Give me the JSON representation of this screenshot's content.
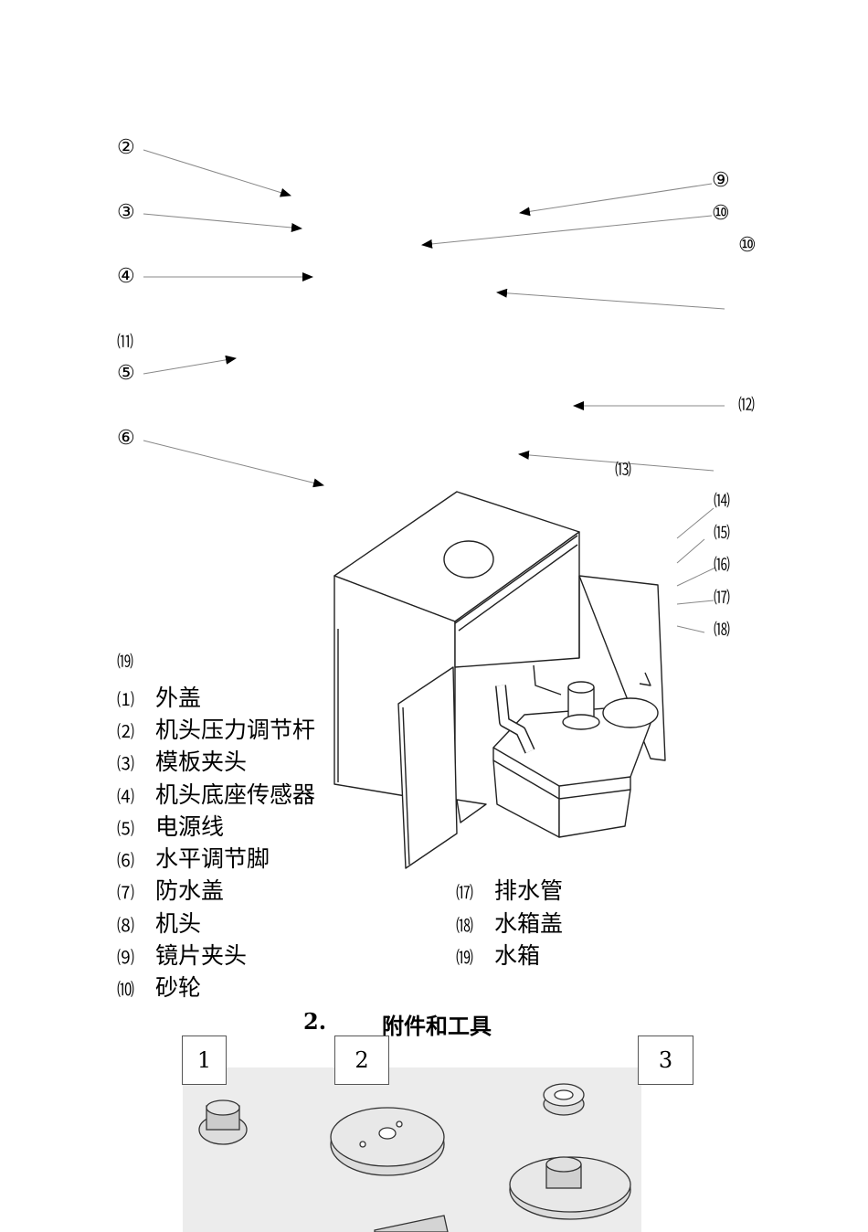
{
  "callouts": {
    "c2": "②",
    "c3": "③",
    "c4": "④",
    "c5": "⑤",
    "c6": "⑥",
    "c9": "⑨",
    "c10a": "⑩",
    "c10b": "⑩",
    "c11": "⑾",
    "c12": "⑿",
    "c13": "⒀",
    "c14": "⒁",
    "c15": "⒂",
    "c16": "⒃",
    "c17": "⒄",
    "c18": "⒅",
    "c19": "⒆"
  },
  "legend_left": [
    {
      "num": "⑴",
      "label": "外盖"
    },
    {
      "num": "⑵",
      "label": "机头压力调节杆"
    },
    {
      "num": "⑶",
      "label": "模板夹头"
    },
    {
      "num": "⑷",
      "label": "机头底座传感器"
    },
    {
      "num": "⑸",
      "label": "电源线"
    },
    {
      "num": "⑹",
      "label": "水平调节脚"
    },
    {
      "num": "⑺",
      "label": "防水盖"
    },
    {
      "num": "⑻",
      "label": "机头"
    },
    {
      "num": "⑼",
      "label": "镜片夹头"
    },
    {
      "num": "⑽",
      "label": "砂轮"
    }
  ],
  "legend_right": [
    {
      "num": "⒄",
      "label": "排水管"
    },
    {
      "num": "⒅",
      "label": "水箱盖"
    },
    {
      "num": "⒆",
      "label": "水箱"
    }
  ],
  "section": {
    "number": "2.",
    "title": "附件和工具"
  },
  "accessories": [
    "1",
    "2",
    "3"
  ]
}
